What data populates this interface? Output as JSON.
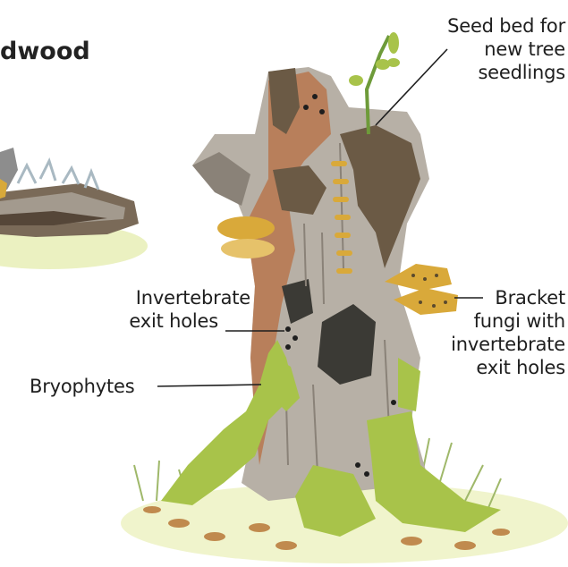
{
  "title_fragment": "dwood",
  "labels": {
    "seed_bed": [
      "Seed bed for",
      "new tree",
      "seedlings"
    ],
    "invertebrate_exit": [
      "Invertebrate",
      "exit holes"
    ],
    "bryophytes": "Bryophytes",
    "bracket_fungi": [
      "Bracket",
      "fungi with",
      "invertebrate",
      "exit holes"
    ]
  },
  "colors": {
    "wood": "#b7b0a6",
    "bark": "#6b5a45",
    "heartwood": "#b9774e",
    "moss": "#a8c34a",
    "fungus": "#d9a93a",
    "grass": "#9fb86a",
    "leaf_litter": "#c08a4e"
  }
}
